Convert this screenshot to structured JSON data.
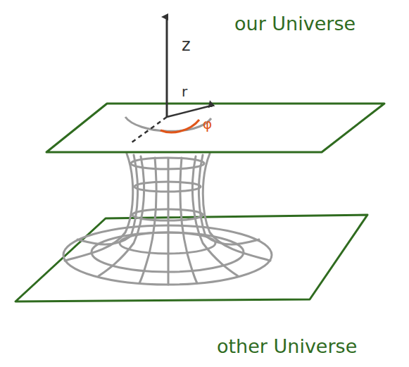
{
  "diagram": {
    "labels": [
      "our Universe",
      "z",
      "r",
      "φ",
      "other Universe"
    ]
  }
}
